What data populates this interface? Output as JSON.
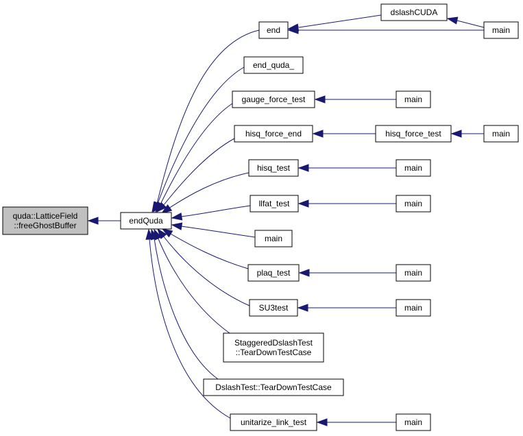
{
  "diagram": {
    "type": "call-graph",
    "edge_color": "#191970",
    "root_fill": "#c0c0c0",
    "nodes": [
      {
        "id": "free_ghost",
        "lines": [
          "quda::LatticeField",
          "::freeGhostBuffer"
        ],
        "root": true
      },
      {
        "id": "endquda",
        "lines": [
          "endQuda"
        ]
      },
      {
        "id": "end",
        "lines": [
          "end"
        ]
      },
      {
        "id": "dslashcuda",
        "lines": [
          "dslashCUDA"
        ]
      },
      {
        "id": "main_dslash",
        "lines": [
          "main"
        ]
      },
      {
        "id": "end_quda_",
        "lines": [
          "end_quda_"
        ]
      },
      {
        "id": "gauge_force_test",
        "lines": [
          "gauge_force_test"
        ]
      },
      {
        "id": "main_gauge",
        "lines": [
          "main"
        ]
      },
      {
        "id": "hisq_force_end",
        "lines": [
          "hisq_force_end"
        ]
      },
      {
        "id": "hisq_force_test",
        "lines": [
          "hisq_force_test"
        ]
      },
      {
        "id": "main_hisq_force",
        "lines": [
          "main"
        ]
      },
      {
        "id": "hisq_test",
        "lines": [
          "hisq_test"
        ]
      },
      {
        "id": "main_hisq",
        "lines": [
          "main"
        ]
      },
      {
        "id": "llfat_test",
        "lines": [
          "llfat_test"
        ]
      },
      {
        "id": "main_llfat",
        "lines": [
          "main"
        ]
      },
      {
        "id": "main_direct",
        "lines": [
          "main"
        ]
      },
      {
        "id": "plaq_test",
        "lines": [
          "plaq_test"
        ]
      },
      {
        "id": "main_plaq",
        "lines": [
          "main"
        ]
      },
      {
        "id": "su3test",
        "lines": [
          "SU3test"
        ]
      },
      {
        "id": "main_su3",
        "lines": [
          "main"
        ]
      },
      {
        "id": "staggered_teardown",
        "lines": [
          "StaggeredDslashTest",
          "::TearDownTestCase"
        ]
      },
      {
        "id": "dslash_teardown",
        "lines": [
          "DslashTest::TearDownTestCase"
        ]
      },
      {
        "id": "unitarize_link_test",
        "lines": [
          "unitarize_link_test"
        ]
      },
      {
        "id": "main_unitarize",
        "lines": [
          "main"
        ]
      }
    ],
    "edges": [
      {
        "from": "endquda",
        "to": "free_ghost"
      },
      {
        "from": "end",
        "to": "endquda"
      },
      {
        "from": "end_quda_",
        "to": "endquda"
      },
      {
        "from": "gauge_force_test",
        "to": "endquda"
      },
      {
        "from": "hisq_force_end",
        "to": "endquda"
      },
      {
        "from": "hisq_test",
        "to": "endquda"
      },
      {
        "from": "llfat_test",
        "to": "endquda"
      },
      {
        "from": "main_direct",
        "to": "endquda"
      },
      {
        "from": "plaq_test",
        "to": "endquda"
      },
      {
        "from": "su3test",
        "to": "endquda"
      },
      {
        "from": "staggered_teardown",
        "to": "endquda"
      },
      {
        "from": "dslash_teardown",
        "to": "endquda"
      },
      {
        "from": "unitarize_link_test",
        "to": "endquda"
      },
      {
        "from": "dslashcuda",
        "to": "end"
      },
      {
        "from": "main_dslash",
        "to": "end"
      },
      {
        "from": "main_dslash",
        "to": "dslashcuda"
      },
      {
        "from": "main_gauge",
        "to": "gauge_force_test"
      },
      {
        "from": "hisq_force_test",
        "to": "hisq_force_end"
      },
      {
        "from": "main_hisq_force",
        "to": "hisq_force_test"
      },
      {
        "from": "main_hisq",
        "to": "hisq_test"
      },
      {
        "from": "main_llfat",
        "to": "llfat_test"
      },
      {
        "from": "main_plaq",
        "to": "plaq_test"
      },
      {
        "from": "main_su3",
        "to": "su3test"
      },
      {
        "from": "main_unitarize",
        "to": "unitarize_link_test"
      }
    ]
  }
}
